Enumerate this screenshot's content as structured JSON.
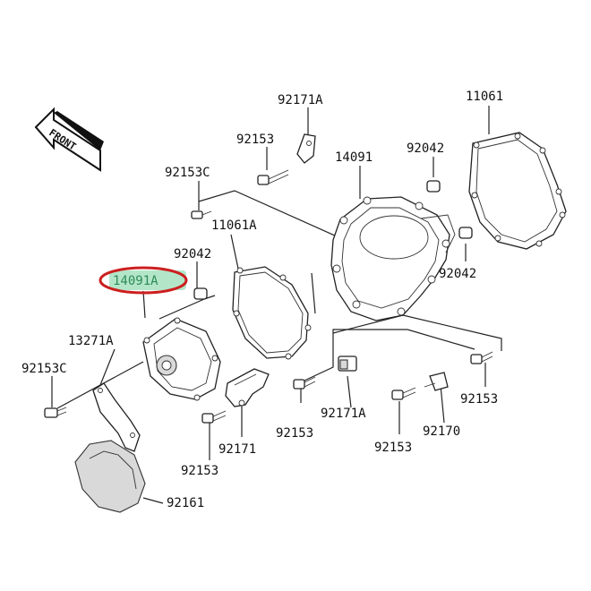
{
  "front_arrow": {
    "text": "FRONT"
  },
  "highlight_color": "#b3e6c8",
  "highlight_ring_color": "#cc1f1f",
  "labels": {
    "l92171A_top": "92171A",
    "l11061": "11061",
    "l92153_top": "92153",
    "l14091": "14091",
    "l92042_right": "92042",
    "l92153C_top": "92153C",
    "l11061A": "11061A",
    "l92042_left": "92042",
    "l92042_lower": "92042",
    "l14091A": "14091A",
    "l13271A": "13271A",
    "l92153C_left": "92153C",
    "l92153_right": "92153",
    "l92171A_mid": "92171A",
    "l92153_mid": "92153",
    "l92170": "92170",
    "l92153_bot": "92153",
    "l92171": "92171",
    "l92153_left": "92153",
    "l92161": "92161"
  }
}
